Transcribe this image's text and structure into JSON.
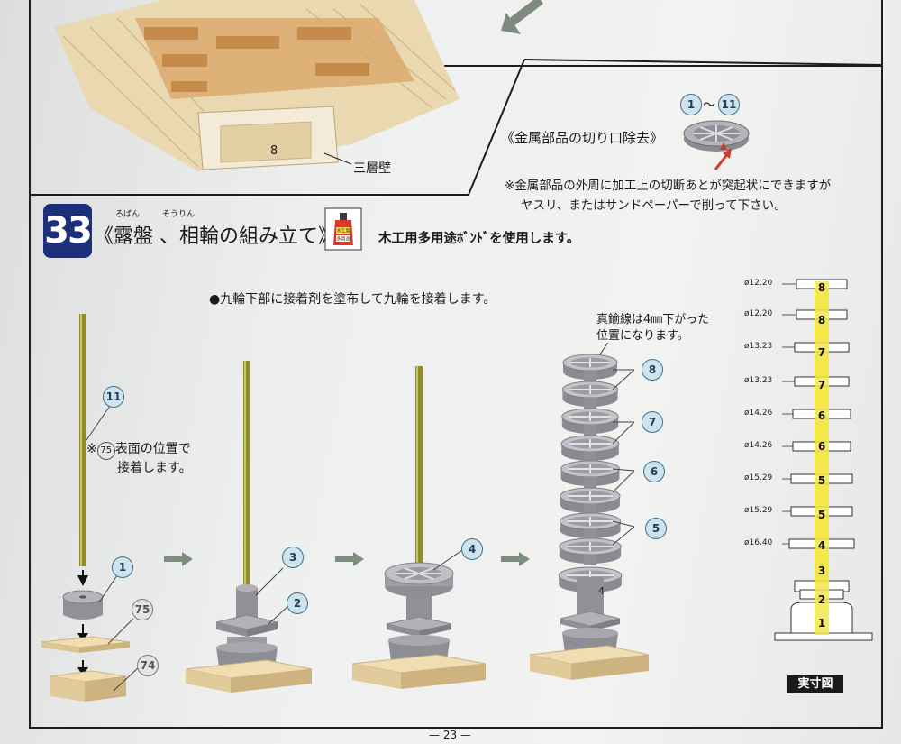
{
  "top": {
    "roof_part_number": "8",
    "roof_wall_label": "三層壁",
    "cutout_title": "《金属部品の切り口除去》",
    "cutout_range_start": "1",
    "cutout_range_tilde": "〜",
    "cutout_range_end": "11",
    "cutout_note_line1": "※金属部品の外周に加工上の切断あとが突起状にできますが",
    "cutout_note_line2": "ヤスリ、またはサンドペーパーで削って下さい。"
  },
  "step": {
    "number": "33",
    "ruby_roban": "ろばん",
    "ruby_sourin": "そうりん",
    "title": "《露盤 、相輪の組み立て》",
    "bottle_label_top": "木工用",
    "bottle_label_bottom": "多用途",
    "glue_instruction": "木工用多用途ﾎﾞﾝﾄﾞを使用します。",
    "bullet_instruction": "●九輪下部に接着剤を塗布して九輪を接着します。"
  },
  "assembly": {
    "part_11": "11",
    "note_line1_prefix": "※",
    "note_line1_circled": "75",
    "note_line1_suffix": "表面の位置で",
    "note_line2": "接着します。",
    "part_1": "1",
    "part_75": "75",
    "part_74": "74",
    "part_3": "3",
    "part_2": "2",
    "part_4": "4",
    "brass_note_line1": "真鍮線は4㎜下がった",
    "brass_note_line2": "位置になります。",
    "ring_8": "8",
    "ring_7": "7",
    "ring_6": "6",
    "ring_5": "5",
    "ring_4_inline": "4"
  },
  "actual_size": {
    "caption": "実寸図",
    "dimensions": [
      "ø12.20",
      "ø12.20",
      "ø13.23",
      "ø13.23",
      "ø14.26",
      "ø14.26",
      "ø15.29",
      "ø15.29",
      "ø16.40"
    ],
    "ring_numbers": [
      "8",
      "8",
      "7",
      "7",
      "6",
      "6",
      "5",
      "5",
      "4",
      "3",
      "2",
      "1"
    ]
  },
  "footer": {
    "page_number": "— 23 —"
  },
  "colors": {
    "accent_blue": "#1b2f7a",
    "pole_green": "#8f8d2a",
    "yellow_core": "#f3e64a",
    "wood": "#e9d4a8",
    "metal_gray": "#9a9aa0"
  }
}
